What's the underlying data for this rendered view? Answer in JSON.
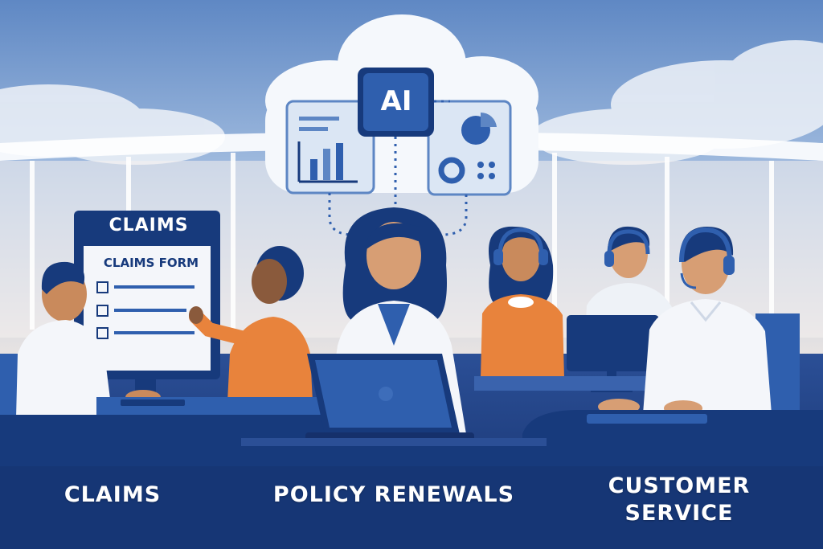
{
  "scene": {
    "ai_badge": "AI",
    "monitor_header": "CLAIMS",
    "form_title": "CLAIMS FORM"
  },
  "labels": {
    "claims": "CLAIMS",
    "policy_renewals": "POLICY RENEWALS",
    "customer_service_line1": "CUSTOMER",
    "customer_service_line2": "SERVICE"
  },
  "icons": [
    "cloud-icon",
    "bar-chart-icon",
    "pie-chart-icon",
    "donut-chart-icon",
    "checkbox-icon",
    "headset-icon",
    "laptop-icon"
  ],
  "colors": {
    "navy": "#173a7c",
    "blue": "#2f5fae",
    "orange": "#e8833c",
    "sky": "#cfdcee",
    "white": "#ffffff"
  }
}
